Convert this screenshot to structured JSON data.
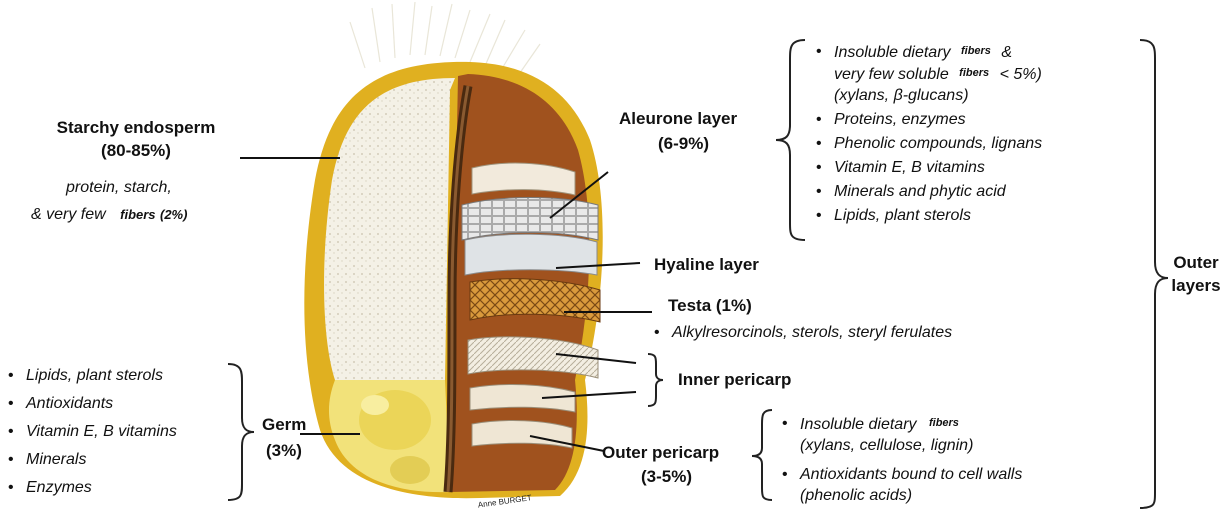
{
  "starchy": {
    "title": "Starchy endosperm",
    "percent": "(80-85%)",
    "line1": "protein, starch,",
    "line2_prefix": "& very few",
    "line2_fibers": "fibers",
    "line2_suffix": "(2%)"
  },
  "aleurone": {
    "title": "Aleurone layer",
    "percent": "(6-9%)",
    "item1_a": "Insoluble dietary",
    "item1_b": "fibers",
    "item1_c": "&",
    "item1_d": "very few soluble",
    "item1_e": "fibers",
    "item1_f": "< 5%)",
    "item1_g": "(xylans, β-glucans)",
    "items": [
      "Proteins, enzymes",
      "Phenolic compounds, lignans",
      "Vitamin E, B vitamins",
      "Minerals and phytic acid",
      "Lipids, plant sterols"
    ]
  },
  "hyaline": {
    "title": "Hyaline layer"
  },
  "testa": {
    "title": "Testa (1%)",
    "item": "Alkylresorcinols, sterols, steryl ferulates"
  },
  "inner_pericarp": {
    "title": "Inner pericarp"
  },
  "outer_pericarp": {
    "title": "Outer pericarp",
    "percent": "(3-5%)",
    "item1_a": "Insoluble dietary",
    "item1_b": "fibers",
    "item1_c": "(xylans, cellulose, lignin)",
    "item2_a": "Antioxidants bound to cell walls",
    "item2_b": "(phenolic acids)"
  },
  "outer_layers": {
    "line1": "Outer",
    "line2": "layers"
  },
  "germ": {
    "title": "Germ",
    "percent": "(3%)",
    "items": [
      "Lipids, plant sterols",
      "Antioxidants",
      "Vitamin E, B vitamins",
      "Minerals",
      "Enzymes"
    ]
  },
  "credit": "Anne BURGET",
  "colors": {
    "endosperm": "#f4f1e6",
    "bran": "#a0521e",
    "germ": "#f2e27a",
    "outline": "#e0b020"
  }
}
